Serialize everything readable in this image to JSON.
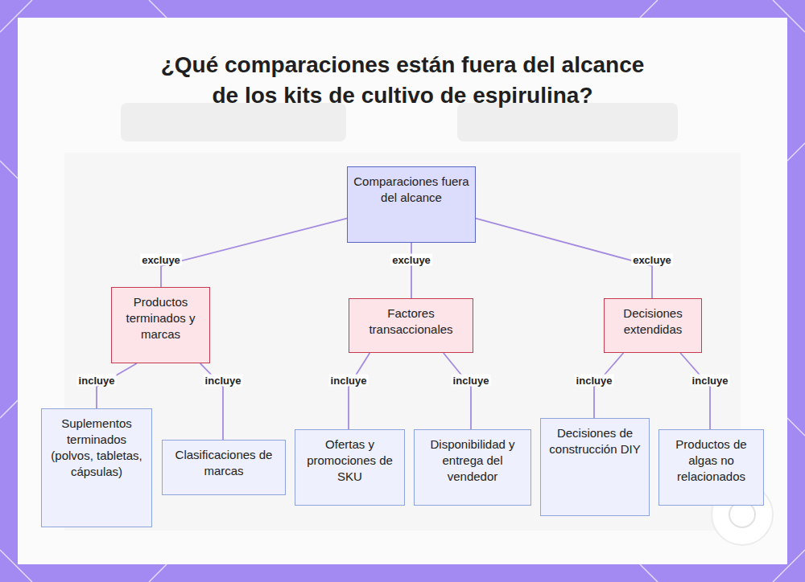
{
  "diagram": {
    "title": "¿Qué comparaciones están fuera del alcance de los kits de cultivo de espirulina?",
    "nodes": [
      {
        "text": [
          "Comparaciones fuera del alcance"
        ]
      },
      {
        "text": [
          "Productos terminados y marcas"
        ]
      },
      {
        "text": [
          "Factores transaccionales"
        ]
      },
      {
        "text": [
          "Decisiones extendidas"
        ]
      },
      {
        "text": [
          "Suplementos terminados (polvos, tabletas, cápsulas)"
        ]
      },
      {
        "text": [
          "Clasificaciones de marcas"
        ]
      },
      {
        "text": [
          "Ofertas y promociones de SKU"
        ]
      },
      {
        "text": [
          "Disponibilidad y entrega del vendedor"
        ]
      },
      {
        "text": [
          "Decisiones de construcción DIY"
        ]
      },
      {
        "text": [
          "Productos de algas no relacionados"
        ]
      }
    ],
    "edges": [
      {
        "from": 0,
        "to": 1,
        "label": "excluye",
        "arrow": "none"
      },
      {
        "from": 0,
        "to": 2,
        "label": "excluye",
        "arrow": "none"
      },
      {
        "from": 0,
        "to": 3,
        "label": "excluye",
        "arrow": "none"
      },
      {
        "from": 1,
        "to": 4,
        "label": "incluye",
        "arrow": "none"
      },
      {
        "from": 1,
        "to": 5,
        "label": "incluye",
        "arrow": "none"
      },
      {
        "from": 2,
        "to": 6,
        "label": "incluye",
        "arrow": "none"
      },
      {
        "from": 2,
        "to": 7,
        "label": "incluye",
        "arrow": "none"
      },
      {
        "from": 3,
        "to": 8,
        "label": "incluye",
        "arrow": "none"
      },
      {
        "from": 3,
        "to": 9,
        "label": "incluye",
        "arrow": "none"
      }
    ]
  }
}
